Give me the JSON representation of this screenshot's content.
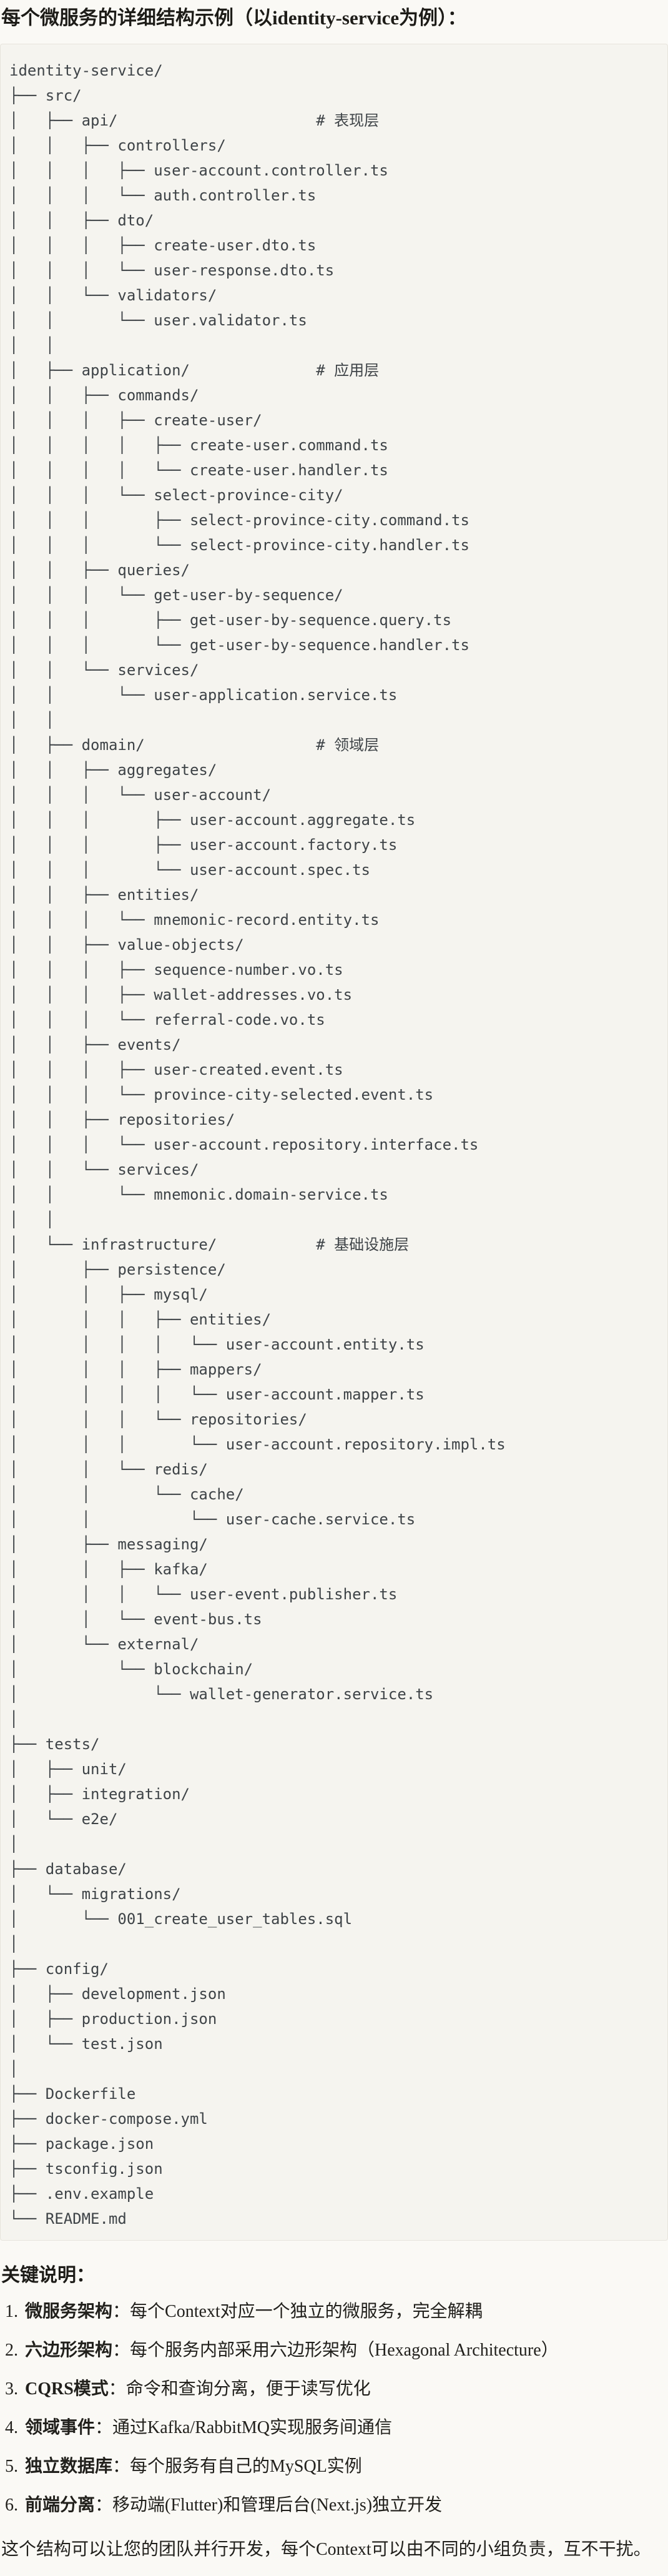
{
  "colors": {
    "page_bg": "#FAF9F5",
    "code_bg": "#F5F4EF",
    "code_border": "#E7E4DC",
    "code_text": "#3E4347",
    "heading_text": "#1D1C18"
  },
  "header": {
    "title": "每个微服务的详细结构示例（以identity-service为例）："
  },
  "file_tree": {
    "lines": [
      "identity-service/",
      "├── src/",
      "│   ├── api/                      # 表现层",
      "│   │   ├── controllers/",
      "│   │   │   ├── user-account.controller.ts",
      "│   │   │   └── auth.controller.ts",
      "│   │   ├── dto/",
      "│   │   │   ├── create-user.dto.ts",
      "│   │   │   └── user-response.dto.ts",
      "│   │   └── validators/",
      "│   │       └── user.validator.ts",
      "│   │",
      "│   ├── application/              # 应用层",
      "│   │   ├── commands/",
      "│   │   │   ├── create-user/",
      "│   │   │   │   ├── create-user.command.ts",
      "│   │   │   │   └── create-user.handler.ts",
      "│   │   │   └── select-province-city/",
      "│   │   │       ├── select-province-city.command.ts",
      "│   │   │       └── select-province-city.handler.ts",
      "│   │   ├── queries/",
      "│   │   │   └── get-user-by-sequence/",
      "│   │   │       ├── get-user-by-sequence.query.ts",
      "│   │   │       └── get-user-by-sequence.handler.ts",
      "│   │   └── services/",
      "│   │       └── user-application.service.ts",
      "│   │",
      "│   ├── domain/                   # 领域层",
      "│   │   ├── aggregates/",
      "│   │   │   └── user-account/",
      "│   │   │       ├── user-account.aggregate.ts",
      "│   │   │       ├── user-account.factory.ts",
      "│   │   │       └── user-account.spec.ts",
      "│   │   ├── entities/",
      "│   │   │   └── mnemonic-record.entity.ts",
      "│   │   ├── value-objects/",
      "│   │   │   ├── sequence-number.vo.ts",
      "│   │   │   ├── wallet-addresses.vo.ts",
      "│   │   │   └── referral-code.vo.ts",
      "│   │   ├── events/",
      "│   │   │   ├── user-created.event.ts",
      "│   │   │   └── province-city-selected.event.ts",
      "│   │   ├── repositories/",
      "│   │   │   └── user-account.repository.interface.ts",
      "│   │   └── services/",
      "│   │       └── mnemonic.domain-service.ts",
      "│   │",
      "│   └── infrastructure/           # 基础设施层",
      "│       ├── persistence/",
      "│       │   ├── mysql/",
      "│       │   │   ├── entities/",
      "│       │   │   │   └── user-account.entity.ts",
      "│       │   │   ├── mappers/",
      "│       │   │   │   └── user-account.mapper.ts",
      "│       │   │   └── repositories/",
      "│       │   │       └── user-account.repository.impl.ts",
      "│       │   └── redis/",
      "│       │       └── cache/",
      "│       │           └── user-cache.service.ts",
      "│       ├── messaging/",
      "│       │   ├── kafka/",
      "│       │   │   └── user-event.publisher.ts",
      "│       │   └── event-bus.ts",
      "│       └── external/",
      "│           └── blockchain/",
      "│               └── wallet-generator.service.ts",
      "│",
      "├── tests/",
      "│   ├── unit/",
      "│   ├── integration/",
      "│   └── e2e/",
      "│",
      "├── database/",
      "│   └── migrations/",
      "│       └── 001_create_user_tables.sql",
      "│",
      "├── config/",
      "│   ├── development.json",
      "│   ├── production.json",
      "│   └── test.json",
      "│",
      "├── Dockerfile",
      "├── docker-compose.yml",
      "├── package.json",
      "├── tsconfig.json",
      "├── .env.example",
      "└── README.md"
    ]
  },
  "keynotes": {
    "heading": "关键说明：",
    "items": [
      {
        "num": "1.",
        "term": "微服务架构",
        "desc": "：每个Context对应一个独立的微服务，完全解耦"
      },
      {
        "num": "2.",
        "term": "六边形架构",
        "desc": "：每个服务内部采用六边形架构（Hexagonal Architecture）"
      },
      {
        "num": "3.",
        "term": "CQRS模式",
        "desc": "：命令和查询分离，便于读写优化"
      },
      {
        "num": "4.",
        "term": "领域事件",
        "desc": "：通过Kafka/RabbitMQ实现服务间通信"
      },
      {
        "num": "5.",
        "term": "独立数据库",
        "desc": "：每个服务有自己的MySQL实例"
      },
      {
        "num": "6.",
        "term": "前端分离",
        "desc": "：移动端(Flutter)和管理后台(Next.js)独立开发"
      }
    ],
    "closing": "这个结构可以让您的团队并行开发，每个Context可以由不同的小组负责，互不干扰。"
  }
}
